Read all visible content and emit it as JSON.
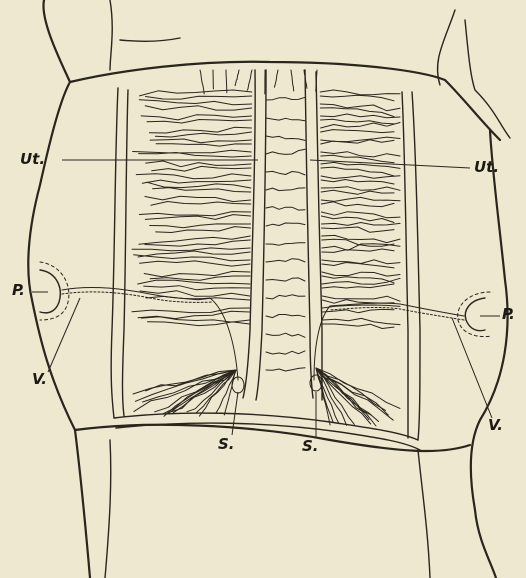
{
  "figure": {
    "labels": {
      "ut_left": "Ut.",
      "ut_right": "Ut.",
      "p_left": "P.",
      "p_right": "P.",
      "v_left": "V.",
      "v_right": "V.",
      "s_left": "S.",
      "s_right": "S."
    }
  },
  "colors": {
    "paper": "#ede8cf",
    "ink": "#2a251d"
  }
}
